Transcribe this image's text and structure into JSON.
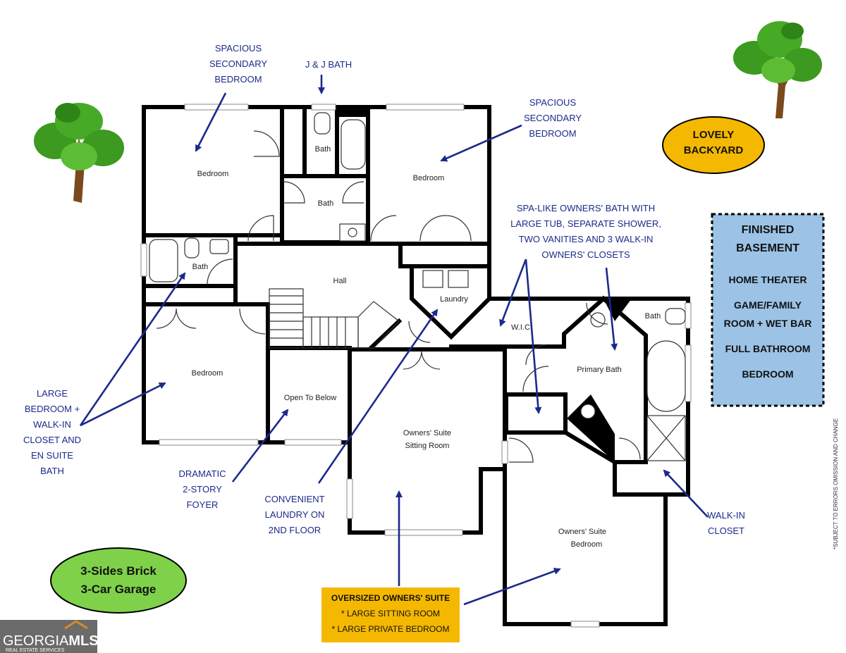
{
  "annotations": {
    "secondary_bedroom_left": [
      "SPACIOUS",
      "SECONDARY",
      "BEDROOM"
    ],
    "jj_bath": [
      "J & J BATH"
    ],
    "secondary_bedroom_right": [
      "SPACIOUS",
      "SECONDARY",
      "BEDROOM"
    ],
    "spa_bath": [
      "SPA-LIKE OWNERS' BATH WITH",
      "LARGE TUB, SEPARATE SHOWER,",
      "TWO VANITIES AND 3 WALK-IN",
      "OWNERS' CLOSETS"
    ],
    "large_bedroom": [
      "LARGE",
      "BEDROOM +",
      "WALK-IN",
      "CLOSET AND",
      "EN SUITE",
      "BATH"
    ],
    "foyer": [
      "DRAMATIC",
      "2-STORY",
      "FOYER"
    ],
    "laundry": [
      "CONVENIENT",
      "LAUNDRY ON",
      "2ND FLOOR"
    ],
    "walkin_closet": [
      "WALK-IN",
      "CLOSET"
    ]
  },
  "rooms": {
    "bedroom_left": "Bedroom",
    "bath_top": "Bath",
    "bath_mid": "Bath",
    "bedroom_right": "Bedroom",
    "bath_left": "Bath",
    "hall": "Hall",
    "laundry": "Laundry",
    "wic": "W.I.C.",
    "bath_primary_small": "Bath",
    "primary_bath": "Primary Bath",
    "bedroom_lower": "Bedroom",
    "open_to_below": "Open To Below",
    "suite_sitting": [
      "Owners' Suite",
      "Sitting Room"
    ],
    "suite_bedroom": [
      "Owners' Suite",
      "Bedroom"
    ]
  },
  "badges": {
    "backyard": [
      "LOVELY",
      "BACKYARD"
    ],
    "brick": [
      "3-Sides Brick",
      "3-Car Garage"
    ]
  },
  "basement": {
    "title": [
      "FINISHED",
      "BASEMENT"
    ],
    "items": [
      "HOME THEATER",
      "GAME/FAMILY",
      "ROOM + WET BAR",
      "FULL BATHROOM",
      "BEDROOM"
    ]
  },
  "suite_box": {
    "title": "OVERSIZED OWNERS' SUITE",
    "lines": [
      "* LARGE SITTING ROOM",
      "* LARGE PRIVATE BEDROOM"
    ]
  },
  "disclaimer": "*SUBJECT TO ERRORS OMISSION AND CHANGE",
  "logo": {
    "main_a": "GEORGIA",
    "main_b": "MLS",
    "sub": "REAL ESTATE SERVICES"
  },
  "colors": {
    "annotation": "#1b2a8a",
    "backyard_fill": "#f5b800",
    "brick_fill": "#7fd14a",
    "basement_fill": "#9cc3e6",
    "suite_fill": "#f5b800",
    "tree_green": "#3b9a1f",
    "tree_trunk": "#7a4a1e"
  }
}
